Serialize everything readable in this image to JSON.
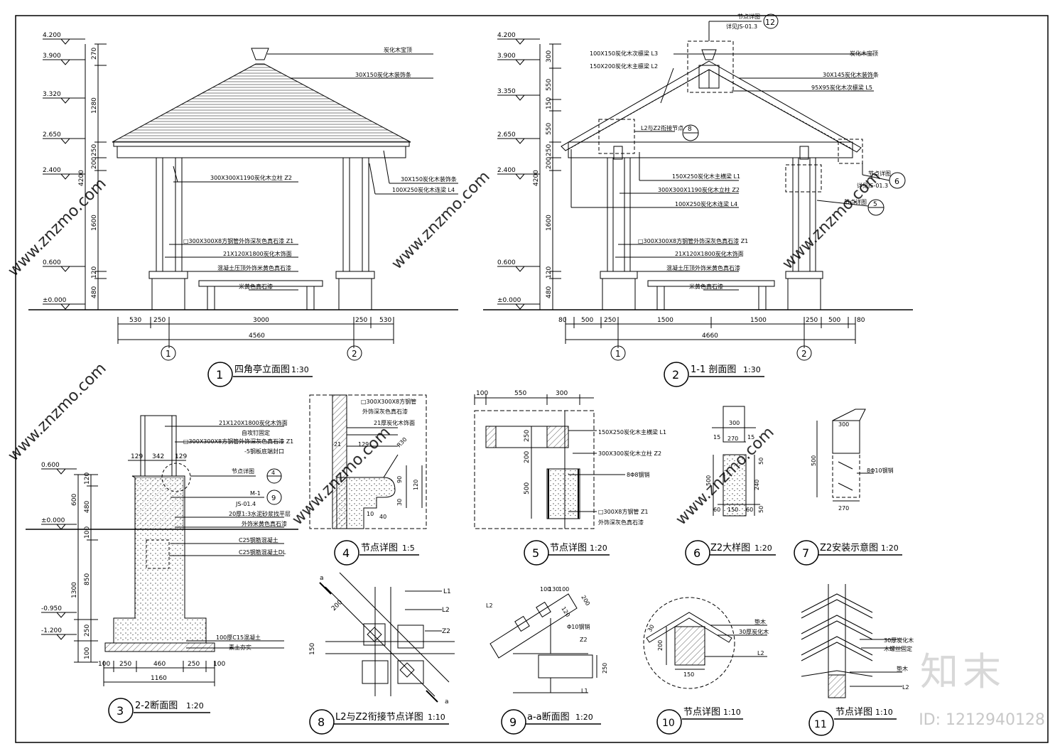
{
  "brand": {
    "logo_text": "知末",
    "id_text": "ID: 1212940128",
    "watermark": "www.znzmo.com"
  },
  "elevation": {
    "levels": [
      "4.200",
      "3.900",
      "3.320",
      "2.650",
      "2.400",
      "0.600",
      "±0.000"
    ],
    "vdims": [
      "270",
      "1280",
      "250",
      "200",
      "4200",
      "1600",
      "120",
      "480"
    ],
    "hdims": [
      "530",
      "250",
      "3000",
      "250",
      "530"
    ],
    "total": "4560",
    "axes": [
      "1",
      "2"
    ],
    "notes": [
      "炭化木宝顶",
      "30X150炭化木装饰条",
      "300X300X1190炭化木立柱 Z2",
      "30X150炭化木装饰条",
      "100X250炭化木连梁 L4",
      "□300X300X8方钢管外饰深灰色真石漆 Z1",
      "21X120X1800炭化木饰面",
      "混凝土压顶外饰米黄色真石漆",
      "米黄色真石漆"
    ],
    "title_num": "1",
    "title": "四角亭立面图",
    "scale": "1:30"
  },
  "section": {
    "levels": [
      "4.200",
      "3.900",
      "3.350",
      "2.650",
      "2.400",
      "0.600",
      "±0.000"
    ],
    "vdims": [
      "300",
      "550",
      "150",
      "550",
      "250",
      "200",
      "4200",
      "1600",
      "120",
      "480"
    ],
    "hdims": [
      "80",
      "500",
      "250",
      "1500",
      "1500",
      "250",
      "500",
      "80"
    ],
    "total": "4660",
    "axes": [
      "1",
      "2"
    ],
    "callout12_text": "节点详图",
    "callout12_ref": "详见JS-01.3",
    "callout12_num": "12",
    "callout8_text": "L2与Z2衔接节点",
    "callout8_num": "8",
    "callout6_text": "节点详图",
    "callout6_ref": "详见JS-01.3",
    "callout6_num": "6",
    "callout5_text": "节点详图",
    "callout5_num": "5",
    "notes_left": [
      "100X150炭化木次檩梁 L3",
      "150X200炭化木主檩梁 L2"
    ],
    "notes_right": [
      "炭化木宝顶",
      "30X145炭化木装饰条",
      "95X95炭化木次檩梁 L5"
    ],
    "notes_mid": [
      "150X250炭化木主横梁 L1",
      "300X300X1190炭化木立柱 Z2",
      "100X250炭化木连梁 L4",
      "□300X300X8方钢管外饰深灰色真石漆 Z1",
      "21X120X1800炭化木饰面",
      "混凝土压顶外饰米黄色真石漆",
      "米黄色真石漆"
    ],
    "title_num": "2",
    "title": "1-1 剖面图",
    "scale": "1:30"
  },
  "detail3": {
    "levels": [
      "0.600",
      "±0.000",
      "-0.950",
      "-1.200"
    ],
    "vdims": [
      "120",
      "600",
      "480",
      "100",
      "850",
      "1300",
      "250",
      "100"
    ],
    "topdims": [
      "129",
      "342",
      "129"
    ],
    "hdims": [
      "100",
      "250",
      "460",
      "250",
      "100"
    ],
    "total": "1160",
    "callout4_text": "节点详图",
    "callout4_num": "4",
    "callout9_text": "M-1",
    "callout9_ref": "JS-01.4",
    "callout9_num": "9",
    "notes": [
      "21X120X1800炭化木饰面",
      "自攻钉固定",
      "□300X300X8方钢管外饰深灰色真石漆 Z1",
      "-5钢板底端封口",
      "20厚1:3水泥砂浆找平层",
      "外饰米黄色真石漆",
      "C25钢筋混凝土",
      "C25钢筋混凝土DL",
      "100厚C15混凝土",
      "素土夯实"
    ],
    "title_num": "3",
    "title": "2-2断面图",
    "scale": "1:20"
  },
  "detail4": {
    "notes": [
      "□300X300X8方钢管",
      "外饰深灰色真石漆",
      "21厚炭化木饰面"
    ],
    "dims": [
      "21",
      "129",
      "R30",
      "90",
      "120",
      "30",
      "10",
      "40"
    ],
    "title_num": "4",
    "title": "节点详图",
    "scale": "1:5"
  },
  "detail5": {
    "topdims": [
      "100",
      "550",
      "300"
    ],
    "vdims": [
      "250",
      "200",
      "500"
    ],
    "notes": [
      "150X250炭化木主横梁 L1",
      "300X300炭化木立柱 Z2",
      "8Φ8钢销",
      "□300X8方钢管 Z1",
      "外饰深灰色真石漆"
    ],
    "title_num": "5",
    "title": "节点详图",
    "scale": "1:20"
  },
  "detail6": {
    "dims": [
      "300",
      "270",
      "15",
      "15",
      "50",
      "240",
      "50",
      "500",
      "60",
      "150",
      "60"
    ],
    "title_num": "6",
    "title": "Z2大样图",
    "scale": "1:20"
  },
  "detail7": {
    "dims": [
      "300",
      "500",
      "270"
    ],
    "note": "8Φ10钢销",
    "title_num": "7",
    "title": "Z2安装示意图",
    "scale": "1:20"
  },
  "detail8": {
    "labels": [
      "a",
      "a",
      "L1",
      "L2",
      "Z2"
    ],
    "dims": [
      "200",
      "150"
    ],
    "title_num": "8",
    "title": "L2与Z2衔接节点详图",
    "scale": "1:10"
  },
  "detail9": {
    "dims": [
      "100",
      "130",
      "100",
      "200",
      "120",
      "250"
    ],
    "labels": [
      "L2",
      "Φ10钢销",
      "Z2",
      "L1"
    ],
    "title_num": "9",
    "title": "a-a断面图",
    "scale": "1:20"
  },
  "detail10": {
    "dims": [
      "30",
      "200",
      "150"
    ],
    "notes": [
      "垫木",
      "30厚炭化木",
      "L2"
    ],
    "title_num": "10",
    "title": "节点详图",
    "scale": "1:10"
  },
  "detail11": {
    "notes": [
      "30厚炭化木",
      "木螺丝固定",
      "垫木",
      "L2"
    ],
    "title_num": "11",
    "title": "节点详图",
    "scale": "1:10"
  }
}
